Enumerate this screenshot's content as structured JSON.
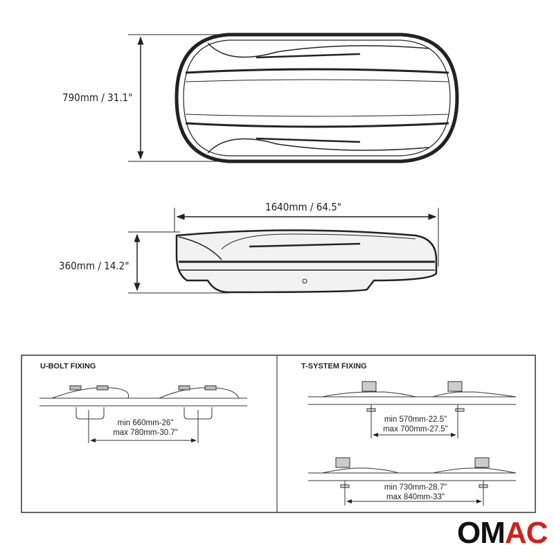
{
  "top_view": {
    "width_label": "790mm / 31.1\""
  },
  "side_view": {
    "length_label": "1640mm / 64.5\"",
    "height_label": "360mm / 14.2\""
  },
  "u_bolt": {
    "title": "U-BOLT FIXING",
    "min": "min 660mm-26\"",
    "max": "max 780mm-30.7\""
  },
  "t_system": {
    "title": "T-SYSTEM FIXING",
    "config1": {
      "min": "min 570mm-22.5\"",
      "max": "max 700mm-27.5\""
    },
    "config2": {
      "min": "min 730mm-28.7\"",
      "max": "max 840mm-33\""
    }
  },
  "logo": {
    "text": "OMAC",
    "colors": {
      "om": "#111111",
      "ac": "#d0201a"
    }
  }
}
